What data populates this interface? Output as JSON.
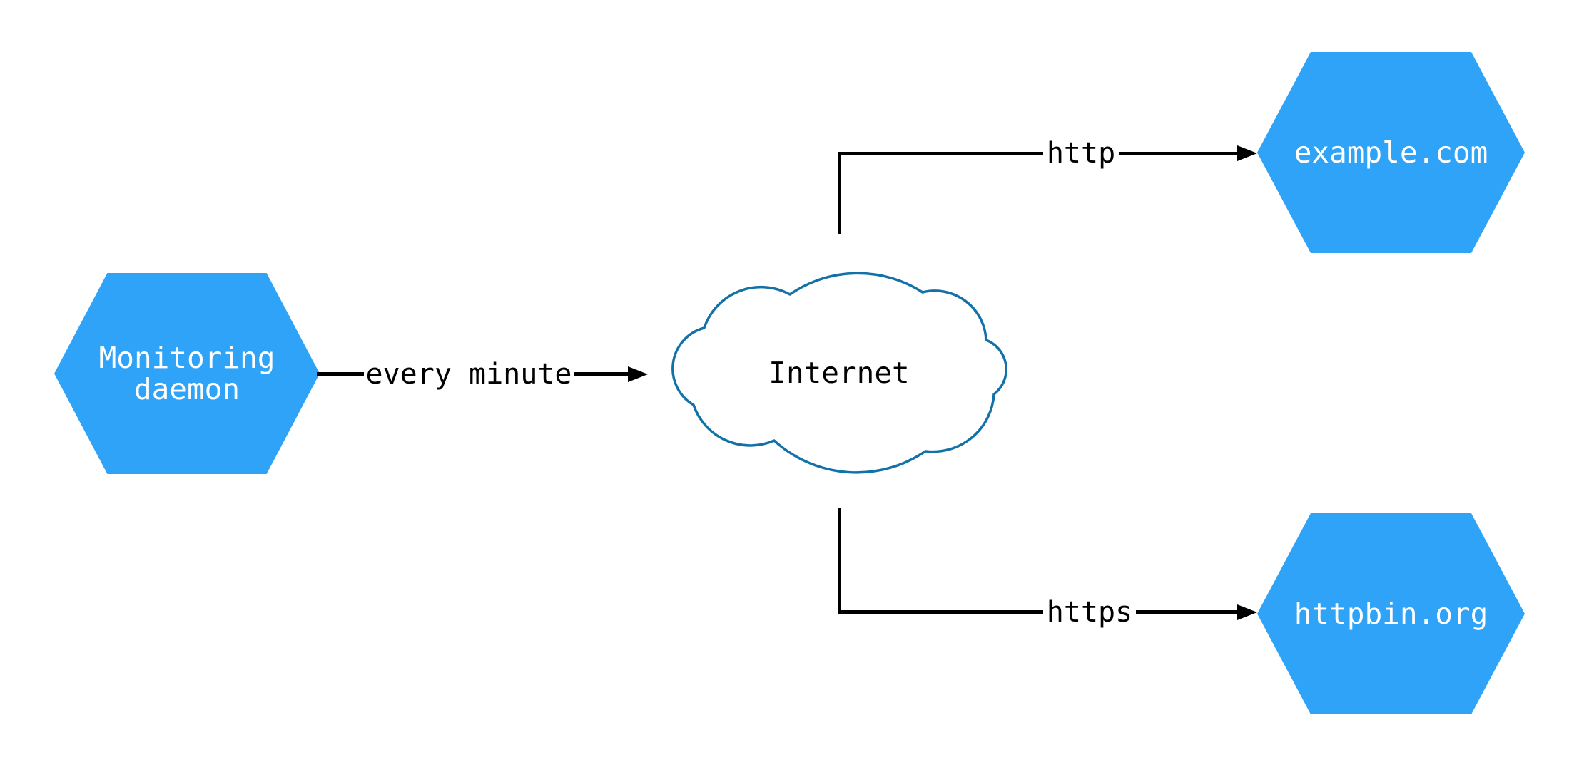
{
  "nodes": {
    "monitoring": {
      "lines": [
        "Monitoring",
        "daemon"
      ]
    },
    "internet": {
      "label": "Internet"
    },
    "example": {
      "label": "example.com"
    },
    "httpbin": {
      "label": "httpbin.org"
    }
  },
  "edges": {
    "every_minute": {
      "label": "every minute",
      "from": "monitoring",
      "to": "internet"
    },
    "http": {
      "label": "http",
      "from": "internet",
      "to": "example"
    },
    "https": {
      "label": "https",
      "from": "internet",
      "to": "httpbin"
    }
  },
  "colors": {
    "hexagon_fill": "#2EA3F8",
    "hexagon_text": "#FFFFFF",
    "cloud_stroke": "#1272A8",
    "cloud_fill": "#FFFFFF",
    "line": "#000000",
    "label_text": "#000000",
    "background": "#FFFFFF"
  }
}
